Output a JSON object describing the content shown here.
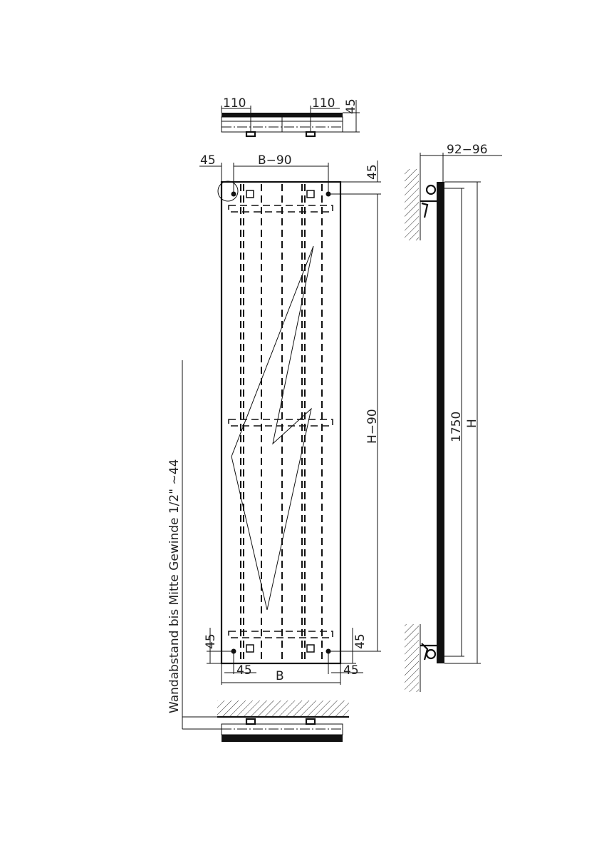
{
  "top_view": {
    "dim_left": "110",
    "dim_right": "110",
    "dim_depth": "45"
  },
  "front_view": {
    "dim_left_offset": "45",
    "dim_hole_span": "B−90",
    "dim_top_offset": "45",
    "dim_height_span": "H−90",
    "dim_bottom_left_v": "45",
    "dim_bottom_left_h": "45",
    "dim_bottom_right_v": "45",
    "dim_bottom_right_h": "45",
    "dim_width": "B"
  },
  "side_view": {
    "dim_wall_distance": "92−96",
    "dim_inner": "1750",
    "dim_height": "H"
  },
  "note": "Wandabstand bis Mitte Gewinde 1/2\" ~44"
}
